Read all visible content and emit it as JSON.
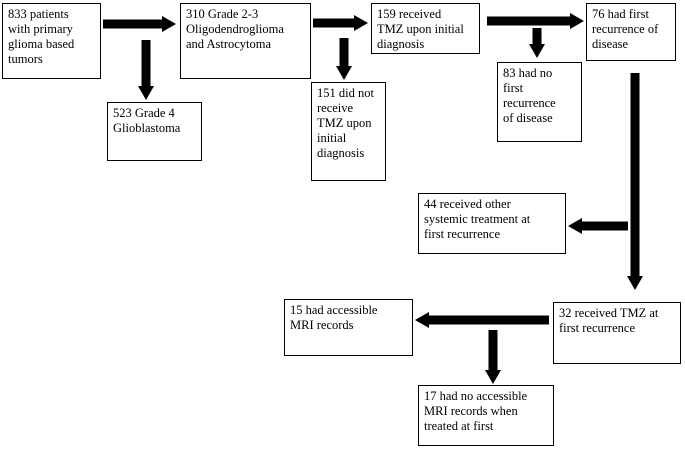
{
  "nodes": [
    {
      "id": "n833",
      "lines": [
        "833 patients",
        "with primary",
        "glioma based",
        "tumors"
      ]
    },
    {
      "id": "n523",
      "lines": [
        "523 Grade 4",
        "Glioblastoma"
      ]
    },
    {
      "id": "n310",
      "lines": [
        "310 Grade 2-3",
        "Oligodendroglioma",
        "and Astrocytoma"
      ]
    },
    {
      "id": "n151",
      "lines": [
        "151 did not",
        "receive",
        "TMZ upon",
        "initial",
        "diagnosis"
      ]
    },
    {
      "id": "n159",
      "lines": [
        "159 received",
        "TMZ upon initial",
        "diagnosis"
      ]
    },
    {
      "id": "n83",
      "lines": [
        "83 had no",
        "first",
        "recurrence",
        "of disease"
      ]
    },
    {
      "id": "n76",
      "lines": [
        "76 had first",
        "recurrence of",
        "disease"
      ]
    },
    {
      "id": "n44",
      "lines": [
        "44 received other",
        "systemic treatment at",
        "first recurrence"
      ]
    },
    {
      "id": "n32",
      "lines": [
        "32 received TMZ at",
        "first recurrence"
      ]
    },
    {
      "id": "n15",
      "lines": [
        "15 had accessible",
        "MRI records"
      ]
    },
    {
      "id": "n17",
      "lines": [
        "17 had no accessible",
        "MRI records when",
        "treated at first"
      ]
    }
  ],
  "edges": [
    {
      "from": "n833",
      "to": "n310"
    },
    {
      "from": "n833",
      "to": "n523"
    },
    {
      "from": "n310",
      "to": "n159"
    },
    {
      "from": "n310",
      "to": "n151"
    },
    {
      "from": "n159",
      "to": "n76"
    },
    {
      "from": "n159",
      "to": "n83"
    },
    {
      "from": "n76",
      "to": "n44"
    },
    {
      "from": "n76",
      "to": "n32"
    },
    {
      "from": "n32",
      "to": "n15"
    },
    {
      "from": "n32",
      "to": "n17"
    }
  ],
  "colors": {
    "line": "#000000",
    "background": "#ffffff"
  }
}
